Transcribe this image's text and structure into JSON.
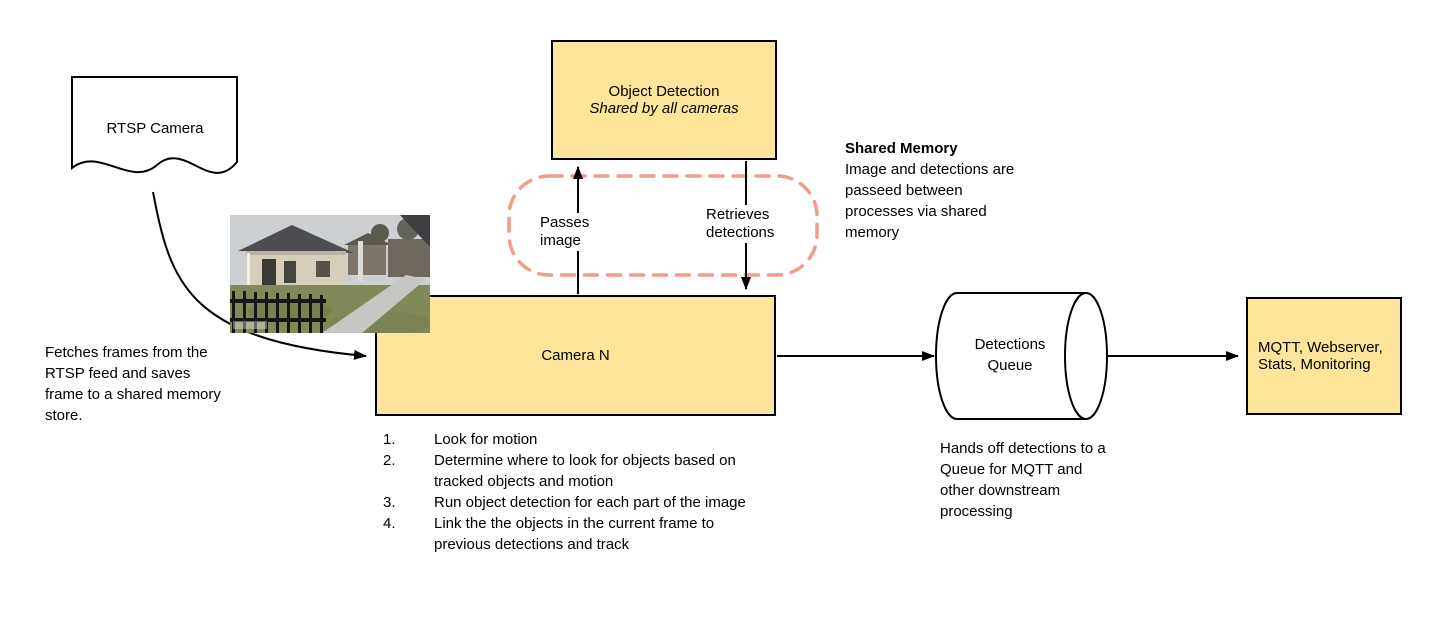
{
  "colors": {
    "box_fill": "#FFE599",
    "box_border": "#000000",
    "shared_memory_dash": "#F19C8C",
    "arrow": "#000000"
  },
  "rtsp": {
    "label": "RTSP Camera",
    "note": "Fetches frames from the RTSP feed and saves frame to a shared memory store."
  },
  "object_detection": {
    "title": "Object Detection",
    "subtitle": "Shared by all cameras"
  },
  "shared_memory_arrows": {
    "passes": "Passes image",
    "retrieves": "Retrieves detections"
  },
  "shared_memory": {
    "title": "Shared Memory",
    "body": "Image and detections are passeed between processes via shared memory"
  },
  "camera": {
    "label": "Camera N",
    "steps": [
      {
        "num": "1.",
        "text": "Look for motion"
      },
      {
        "num": "2.",
        "text": "Determine where to look for objects based on tracked objects and motion"
      },
      {
        "num": "3.",
        "text": "Run object detection for each part of the image"
      },
      {
        "num": "4.",
        "text": "Link the the objects in the current frame to previous detections and track"
      }
    ]
  },
  "queue": {
    "label": "Detections Queue",
    "note": "Hands off detections to a Queue for MQTT and other downstream processing"
  },
  "sink": {
    "label": "MQTT, Webserver, Stats, Monitoring"
  }
}
